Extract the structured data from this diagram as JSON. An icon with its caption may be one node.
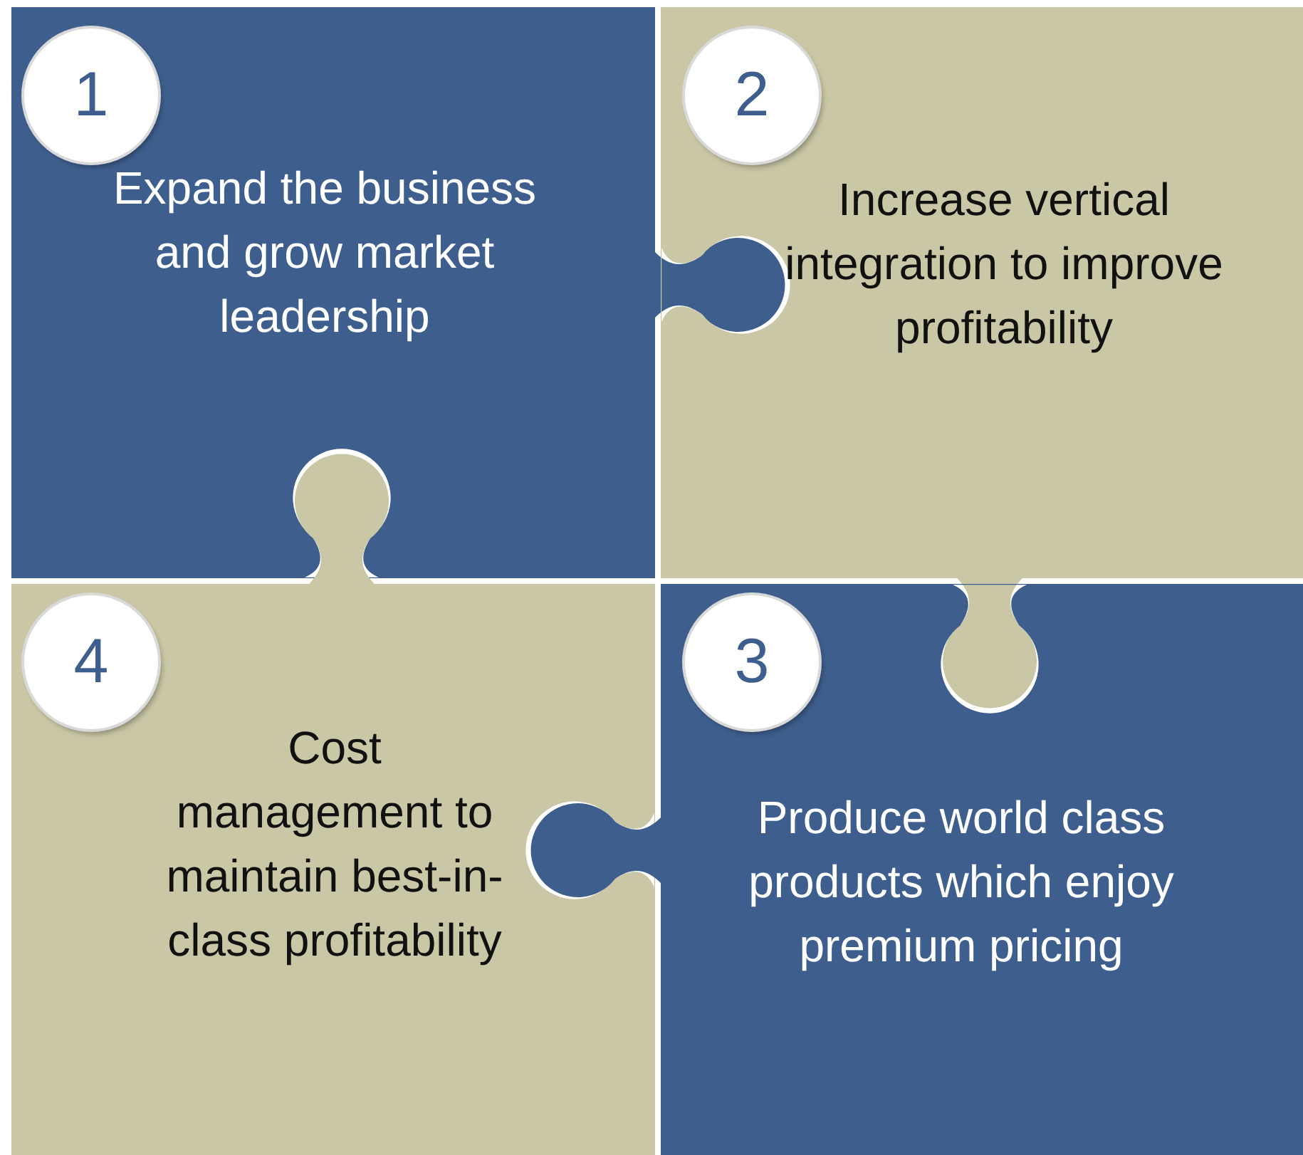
{
  "diagram": {
    "nodes": [
      {
        "text": [
          "Expand the business and grow market leadership"
        ]
      },
      {
        "text": [
          "1"
        ],
        "in": 0
      },
      {
        "text": [
          "Increase vertical integration to improve profitability"
        ]
      },
      {
        "text": [
          "2"
        ],
        "in": 2
      },
      {
        "text": [
          "Cost management to maintain best-in-class profitability"
        ]
      },
      {
        "text": [
          "4"
        ],
        "in": 4
      },
      {
        "text": [
          "Produce world class products which enjoy premium pricing"
        ]
      },
      {
        "text": [
          "3"
        ],
        "in": 6
      }
    ]
  }
}
